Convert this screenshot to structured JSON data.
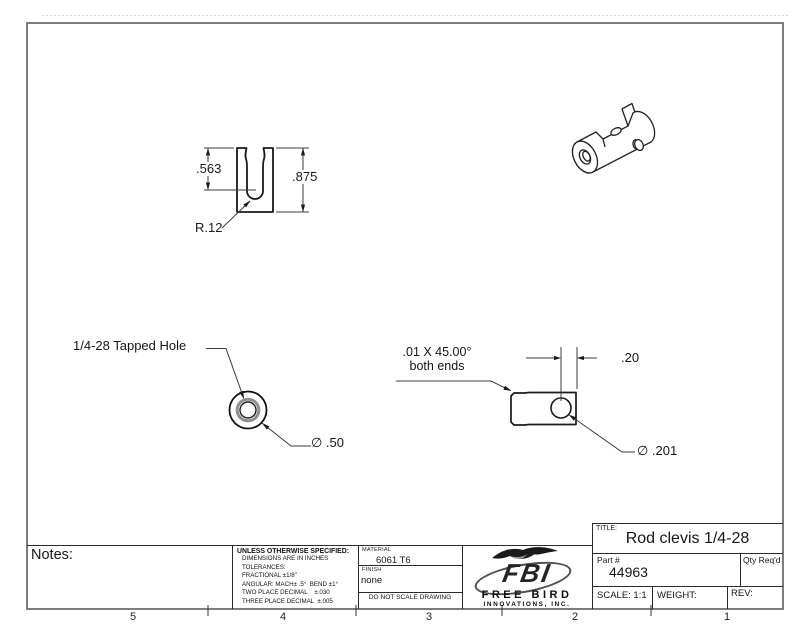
{
  "colors": {
    "outline": "#1a1a1a",
    "dimension": "#3c3c3c",
    "thread_gray": "#8f8f8f",
    "border_gray": "#7d7d7d"
  },
  "views": {
    "front": {
      "slot_depth": ".563",
      "overall_height": ".875",
      "slot_radius": "R.12"
    },
    "bottom": {
      "hole_callout": "1/4-28 Tapped Hole",
      "diameter": "∅ .50"
    },
    "side": {
      "chamfer_line1": ".01 X 45.00°",
      "chamfer_line2": "both ends",
      "hole_offset": ".20",
      "hole_diameter": "∅ .201"
    }
  },
  "title_block": {
    "notes_label": "Notes:",
    "tolerances": {
      "header": "UNLESS OTHERWISE SPECIFIED:",
      "lines": [
        "DIMENSIONS ARE IN INCHES",
        "TOLERANCES:",
        "FRACTIONAL ±1/8\"",
        "ANGULAR: MACH± .5°  BEND ±1°",
        "TWO PLACE DECIMAL    ±.030",
        "THREE PLACE DECIMAL  ±.005"
      ]
    },
    "material_label": "MATERIAL",
    "material_value": "6061 T6",
    "finish_label": "FINISH",
    "finish_value": "none",
    "no_scale_note": "DO NOT SCALE DRAWING",
    "logo": {
      "initials": "FBI",
      "company_line1": "FREE BIRD",
      "company_line2": "INNOVATIONS, INC."
    },
    "title_label": "TITLE:",
    "title_value": "Rod clevis 1/4-28",
    "part_label": "Part #",
    "part_value": "44963",
    "qty_label": "Qty Req'd",
    "scale_label": "SCALE: 1:1",
    "weight_label": "WEIGHT:",
    "rev_label": "REV:"
  },
  "ruler": {
    "numbers": [
      "5",
      "4",
      "3",
      "2",
      "1"
    ]
  }
}
